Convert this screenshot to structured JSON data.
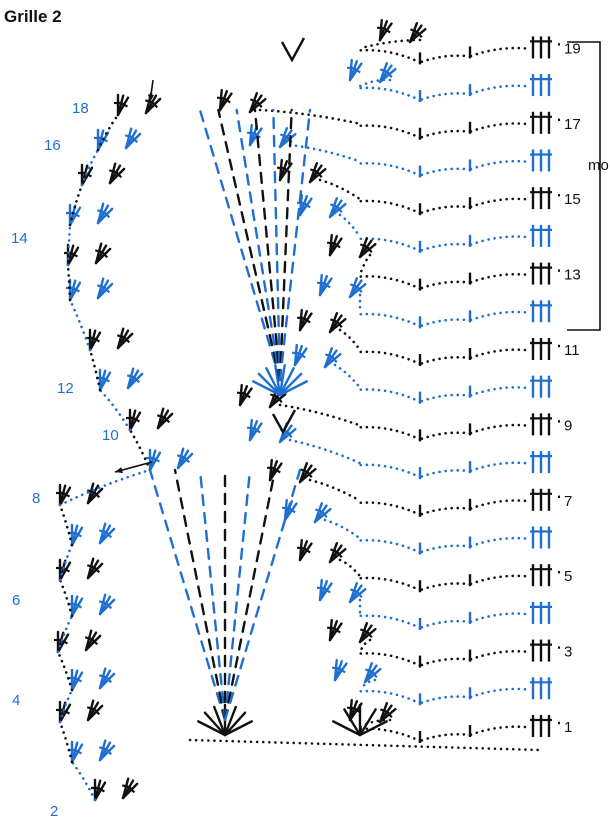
{
  "title": "Grille 2",
  "side_label": "mo",
  "colors": {
    "black": "#111111",
    "blue": "#1f6fd1",
    "background": "#ffffff"
  },
  "right_row_numbers": [
    {
      "label": "19",
      "row": 19,
      "color": "black"
    },
    {
      "label": "17",
      "row": 17,
      "color": "black"
    },
    {
      "label": "15",
      "row": 15,
      "color": "black"
    },
    {
      "label": "13",
      "row": 13,
      "color": "black"
    },
    {
      "label": "11",
      "row": 11,
      "color": "black"
    },
    {
      "label": "9",
      "row": 9,
      "color": "black"
    },
    {
      "label": "7",
      "row": 7,
      "color": "black"
    },
    {
      "label": "5",
      "row": 5,
      "color": "black"
    },
    {
      "label": "3",
      "row": 3,
      "color": "black"
    },
    {
      "label": "1",
      "row": 1,
      "color": "black"
    }
  ],
  "left_row_numbers": [
    {
      "label": "18",
      "row": 18,
      "color": "blue"
    },
    {
      "label": "16",
      "row": 16,
      "color": "blue"
    },
    {
      "label": "14",
      "row": 14,
      "color": "blue"
    },
    {
      "label": "12",
      "row": 12,
      "color": "blue"
    },
    {
      "label": "10",
      "row": 10,
      "color": "blue"
    },
    {
      "label": "8",
      "row": 8,
      "color": "blue"
    },
    {
      "label": "6",
      "row": 6,
      "color": "blue"
    },
    {
      "label": "4",
      "row": 4,
      "color": "blue"
    },
    {
      "label": "2",
      "row": 2,
      "color": "blue"
    }
  ]
}
